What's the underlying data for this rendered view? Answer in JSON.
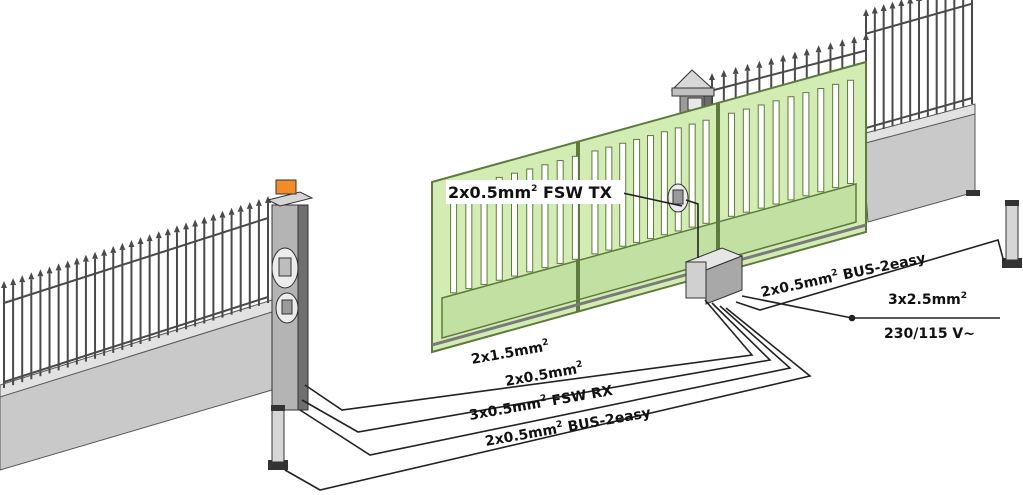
{
  "labels": {
    "fsw_tx": {
      "size": "2x0.5mm",
      "sup": "2",
      "name": " FSW TX"
    },
    "bus_right": {
      "size": "2x0.5mm",
      "sup": "2",
      "name": " BUS-2easy"
    },
    "power_cable": {
      "size": "3x2.5mm",
      "sup": "2"
    },
    "power_voltage": {
      "text": "230/115 V~"
    },
    "motor_cable": {
      "size": "2x1.5mm",
      "sup": "2"
    },
    "lamp_cable": {
      "size": "2x0.5mm",
      "sup": "2"
    },
    "fsw_rx": {
      "size": "3x0.5mm",
      "sup": "2",
      "name": " FSW RX"
    },
    "bus_left": {
      "size": "2x0.5mm",
      "sup": "2",
      "name": " BUS-2easy"
    }
  },
  "colors": {
    "gate_fill": "#d2ecb4",
    "gate_stroke": "#5f7a3e",
    "wall": "#c9c9c9",
    "fence": "#4a4a4a",
    "cable": "#222222",
    "lamp": "#f28c28"
  }
}
